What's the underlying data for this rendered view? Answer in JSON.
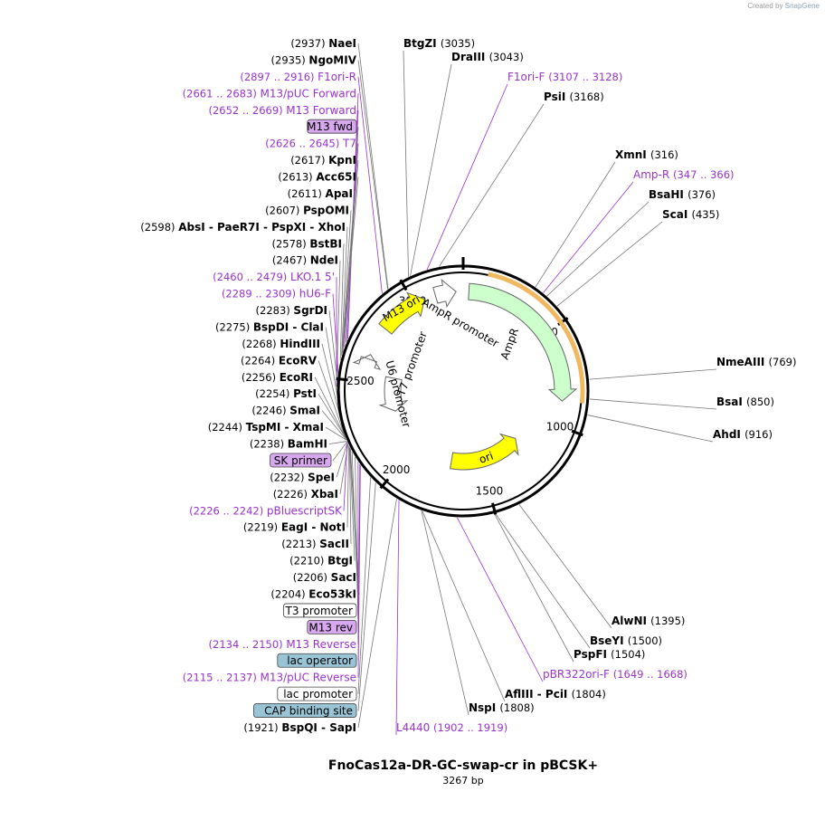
{
  "credit": {
    "text": "Created by",
    "brand": "SnapGene"
  },
  "title": "FnoCas12a-DR-GC-swap-cr in pBCSK+",
  "length": "3267 bp",
  "length_bp": 3267,
  "ticks": [
    {
      "label": "500",
      "bp": 500
    },
    {
      "label": "1000",
      "bp": 1000
    },
    {
      "label": "1500",
      "bp": 1500
    },
    {
      "label": "2000",
      "bp": 2000
    },
    {
      "label": "2500",
      "bp": 2500
    },
    {
      "label": "3000",
      "bp": 3000
    }
  ],
  "left_labels": [
    {
      "kind": "enzyme",
      "pos": "(2937)",
      "name": "NaeI",
      "bp": 2937
    },
    {
      "kind": "enzyme",
      "pos": "(2935)",
      "name": "NgoMIV",
      "bp": 2935
    },
    {
      "kind": "primer",
      "pos": "(2897 .. 2916)",
      "name": "F1ori-R",
      "bp": 2906
    },
    {
      "kind": "primer",
      "pos": "(2661 .. 2683)",
      "name": "M13/pUC Forward",
      "bp": 2672
    },
    {
      "kind": "primer",
      "pos": "(2652 .. 2669)",
      "name": "M13 Forward",
      "bp": 2660
    },
    {
      "kind": "box",
      "name": "M13 fwd",
      "color": "#d8a8ee",
      "bp": 2655
    },
    {
      "kind": "primer",
      "pos": "(2626 .. 2645)",
      "name": "T7",
      "bp": 2635
    },
    {
      "kind": "enzyme",
      "pos": "(2617)",
      "name": "KpnI",
      "bp": 2617
    },
    {
      "kind": "enzyme",
      "pos": "(2613)",
      "name": "Acc65I",
      "bp": 2613
    },
    {
      "kind": "enzyme",
      "pos": "(2611)",
      "name": "ApaI",
      "bp": 2611
    },
    {
      "kind": "enzyme",
      "pos": "(2607)",
      "name": "PspOMI",
      "bp": 2607
    },
    {
      "kind": "enzyme",
      "pos": "(2598)",
      "name": "AbsI  -  PaeR7I  -  PspXI  -  XhoI",
      "bp": 2598
    },
    {
      "kind": "enzyme",
      "pos": "(2578)",
      "name": "BstBI",
      "bp": 2578
    },
    {
      "kind": "enzyme",
      "pos": "(2467)",
      "name": "NdeI",
      "bp": 2467
    },
    {
      "kind": "primer",
      "pos": "(2460 .. 2479)",
      "name": "LKO.1 5'",
      "bp": 2470
    },
    {
      "kind": "primer",
      "pos": "(2289 .. 2309)",
      "name": "hU6-F",
      "bp": 2299
    },
    {
      "kind": "enzyme",
      "pos": "(2283)",
      "name": "SgrDI",
      "bp": 2283
    },
    {
      "kind": "enzyme",
      "pos": "(2275)",
      "name": "BspDI  -  ClaI",
      "bp": 2275
    },
    {
      "kind": "enzyme",
      "pos": "(2268)",
      "name": "HindIII",
      "bp": 2268
    },
    {
      "kind": "enzyme",
      "pos": "(2264)",
      "name": "EcoRV",
      "bp": 2264
    },
    {
      "kind": "enzyme",
      "pos": "(2256)",
      "name": "EcoRI",
      "bp": 2256
    },
    {
      "kind": "enzyme",
      "pos": "(2254)",
      "name": "PstI",
      "bp": 2254
    },
    {
      "kind": "enzyme",
      "pos": "(2246)",
      "name": "SmaI",
      "bp": 2246
    },
    {
      "kind": "enzyme",
      "pos": "(2244)",
      "name": "TspMI  -  XmaI",
      "bp": 2244
    },
    {
      "kind": "enzyme",
      "pos": "(2238)",
      "name": "BamHI",
      "bp": 2238
    },
    {
      "kind": "box",
      "name": "SK primer",
      "color": "#d8a8ee",
      "bp": 2236
    },
    {
      "kind": "enzyme",
      "pos": "(2232)",
      "name": "SpeI",
      "bp": 2232
    },
    {
      "kind": "enzyme",
      "pos": "(2226)",
      "name": "XbaI",
      "bp": 2226
    },
    {
      "kind": "primer",
      "pos": "(2226 .. 2242)",
      "name": "pBluescriptSK",
      "bp": 2234
    },
    {
      "kind": "enzyme",
      "pos": "(2219)",
      "name": "EagI  -  NotI",
      "bp": 2219
    },
    {
      "kind": "enzyme",
      "pos": "(2213)",
      "name": "SacII",
      "bp": 2213
    },
    {
      "kind": "enzyme",
      "pos": "(2210)",
      "name": "BtgI",
      "bp": 2210
    },
    {
      "kind": "enzyme",
      "pos": "(2206)",
      "name": "SacI",
      "bp": 2206
    },
    {
      "kind": "enzyme",
      "pos": "(2204)",
      "name": "Eco53kI",
      "bp": 2204
    },
    {
      "kind": "box",
      "name": "T3 promoter",
      "color": "#ffffff",
      "bp": 2190
    },
    {
      "kind": "box",
      "name": "M13 rev",
      "color": "#d8a8ee",
      "bp": 2165
    },
    {
      "kind": "primer",
      "pos": "(2134 .. 2150)",
      "name": "M13 Reverse",
      "bp": 2142
    },
    {
      "kind": "box",
      "name": "lac operator",
      "color": "#99c4d6",
      "bp": 2130
    },
    {
      "kind": "primer",
      "pos": "(2115 .. 2137)",
      "name": "M13/pUC Reverse",
      "bp": 2126
    },
    {
      "kind": "box",
      "name": "lac promoter",
      "color": "#ffffff",
      "bp": 2060
    },
    {
      "kind": "box",
      "name": "CAP binding site",
      "color": "#99c4d6",
      "bp": 2030
    },
    {
      "kind": "enzyme",
      "pos": "(1921)",
      "name": "BspQI  -  SapI",
      "bp": 1921
    }
  ],
  "right_labels": [
    {
      "kind": "enzyme",
      "name": "BtgZI",
      "pos": "(3035)",
      "bp": 3035
    },
    {
      "kind": "enzyme",
      "name": "DraIII",
      "pos": "(3043)",
      "bp": 3043
    },
    {
      "kind": "primer",
      "name": "F1ori-F",
      "pos": "(3107 .. 3128)",
      "bp": 3117
    },
    {
      "kind": "enzyme",
      "name": "PsiI",
      "pos": "(3168)",
      "bp": 3168
    },
    {
      "kind": "enzyme",
      "name": "XmnI",
      "pos": "(316)",
      "bp": 316
    },
    {
      "kind": "primer",
      "name": "Amp-R",
      "pos": "(347 .. 366)",
      "bp": 356
    },
    {
      "kind": "enzyme",
      "name": "BsaHI",
      "pos": "(376)",
      "bp": 376
    },
    {
      "kind": "enzyme",
      "name": "ScaI",
      "pos": "(435)",
      "bp": 435
    },
    {
      "kind": "enzyme",
      "name": "NmeAIII",
      "pos": "(769)",
      "bp": 769
    },
    {
      "kind": "enzyme",
      "name": "BsaI",
      "pos": "(850)",
      "bp": 850
    },
    {
      "kind": "enzyme",
      "name": "AhdI",
      "pos": "(916)",
      "bp": 916
    },
    {
      "kind": "enzyme",
      "name": "AlwNI",
      "pos": "(1395)",
      "bp": 1395
    },
    {
      "kind": "enzyme",
      "name": "BseYI",
      "pos": "(1500)",
      "bp": 1500
    },
    {
      "kind": "enzyme",
      "name": "PspFI",
      "pos": "(1504)",
      "bp": 1504
    },
    {
      "kind": "primer",
      "name": "pBR322ori-F",
      "pos": "(1649 .. 1668)",
      "bp": 1658
    },
    {
      "kind": "enzyme",
      "name": "AflIII  -  PciI",
      "pos": "(1804)",
      "bp": 1804
    },
    {
      "kind": "enzyme",
      "name": "NspI",
      "pos": "(1808)",
      "bp": 1808
    },
    {
      "kind": "primer",
      "name": "L4440",
      "pos": "(1902 .. 1919)",
      "bp": 1910
    }
  ],
  "features": [
    {
      "name": "M13 ori",
      "color": "#ffff00",
      "start": 2800,
      "end": 3060,
      "dir": 1,
      "r": 110
    },
    {
      "name": "AmpR promoter",
      "color": "#ffffff",
      "start": 3120,
      "end": 3230,
      "dir": 1,
      "r": 110
    },
    {
      "name": "AmpR",
      "color": "#ccffcc",
      "start": 30,
      "end": 870,
      "dir": 1,
      "r": 110
    },
    {
      "name": "ori",
      "color": "#ffff00",
      "start": 1200,
      "end": 1720,
      "dir": -1,
      "r": 78
    },
    {
      "name": "U6 promoter",
      "color": "#ffffff",
      "start": 2300,
      "end": 2545,
      "dir": -1,
      "r": 78
    },
    {
      "name": "T7 promoter",
      "color": "#ffffff",
      "start": 2620,
      "end": 2645,
      "dir": 1,
      "r": 110
    }
  ],
  "feature_text": {
    "m13ori": "M13 ori",
    "ampr_promoter": "AmpR promoter",
    "ampr": "AmpR",
    "ori": "ori",
    "u6": "U6 promoter",
    "t7": "T7 promoter"
  }
}
